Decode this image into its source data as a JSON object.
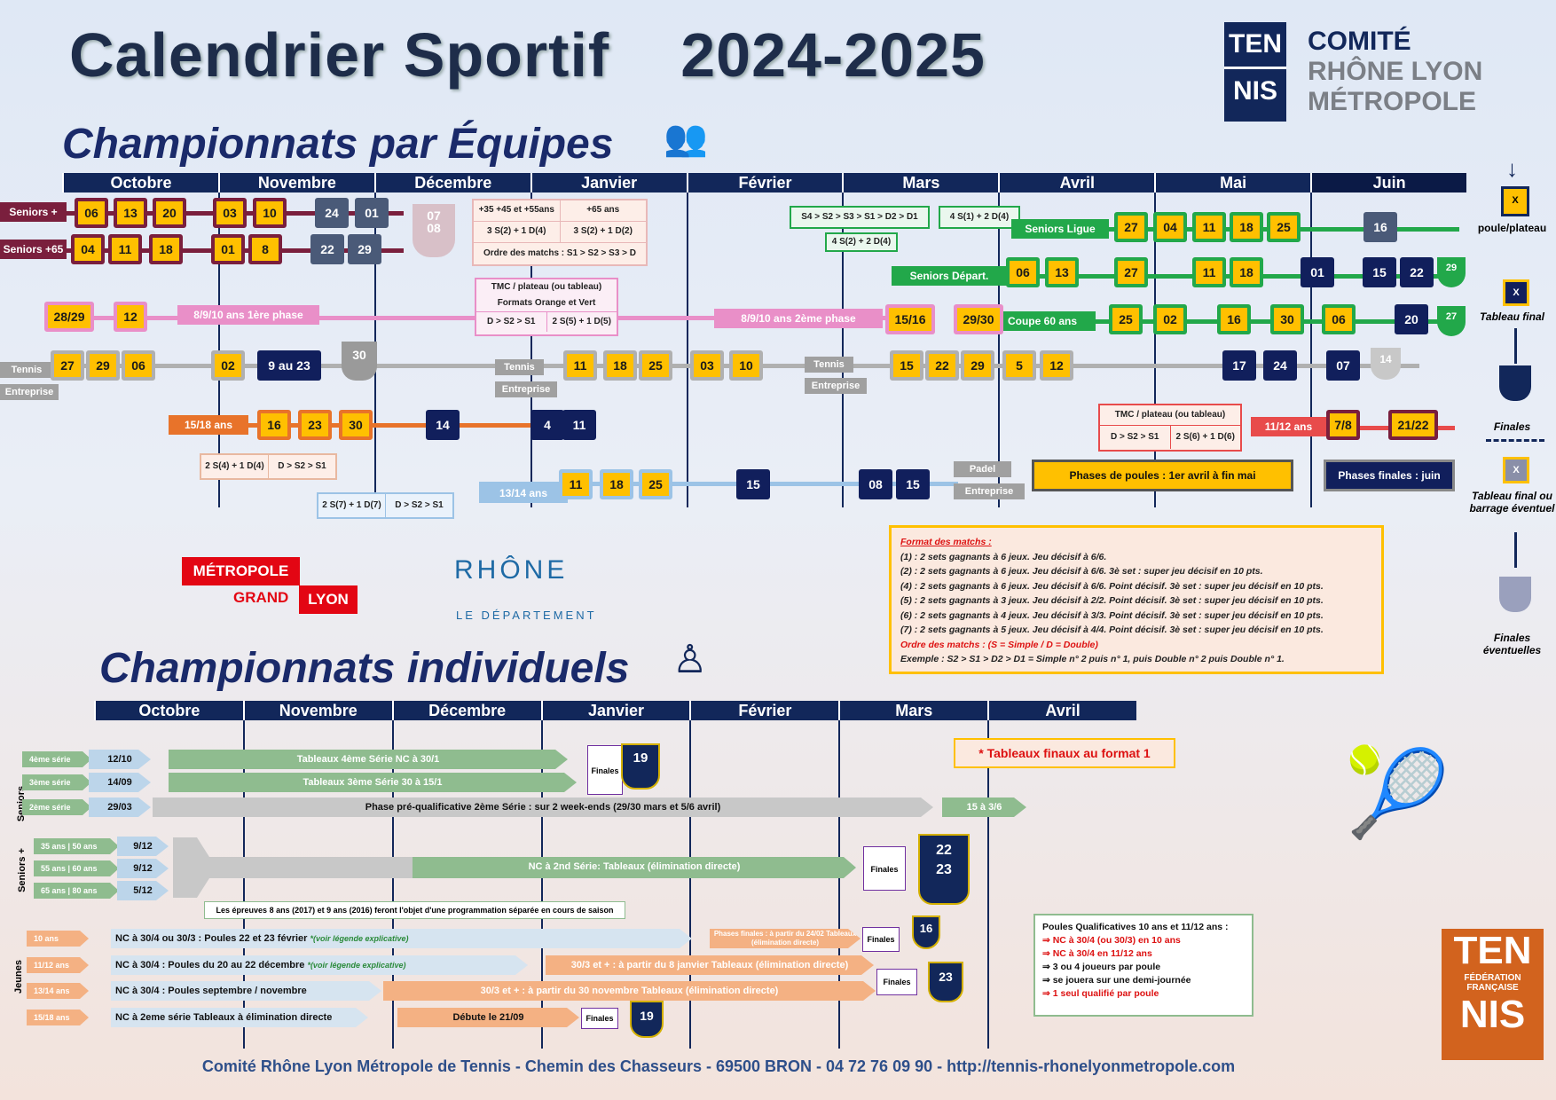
{
  "header": {
    "title": "Calendrier Sportif",
    "season": "2024-2025"
  },
  "logo_top": {
    "ten": "TEN",
    "nis": "NIS",
    "line1": "COMITÉ",
    "line2": "RHÔNE LYON",
    "line3": "MÉTROPOLE"
  },
  "team": {
    "title": "Championnats par Équipes",
    "months": [
      "Octobre",
      "Novembre",
      "Décembre",
      "Janvier",
      "Février",
      "Mars",
      "Avril",
      "Mai",
      "Juin"
    ],
    "seniors_plus": {
      "label": "Seniors +",
      "row1": [
        "06",
        "13",
        "20",
        "03",
        "10",
        "24",
        "01"
      ],
      "label2": "Seniors +65",
      "row2": [
        "04",
        "11",
        "18",
        "01",
        "8",
        "22",
        "29"
      ],
      "trophy": "07\n08",
      "note": {
        "a": "+35 +45 et +55ans",
        "b": "+65 ans",
        "c": "3 S(2) + 1 D(4)",
        "d": "3 S(2) + 1 D(2)",
        "e": "Ordre des matchs : S1 > S2 > S3 > D"
      }
    },
    "seniors_ligue": {
      "label": "Seniors Ligue",
      "dates": [
        "27",
        "04",
        "11",
        "18",
        "25",
        "16"
      ],
      "note1": "S4 > S2 > S3 > S1 > D2 > D1",
      "note2": "4 S(1) + 2 D(4)",
      "note3": "4 S(2) + 2 D(4)"
    },
    "seniors_depart": {
      "label": "Seniors Départ.",
      "dates": [
        "06",
        "13",
        "27",
        "11",
        "18",
        "01",
        "15",
        "22"
      ],
      "trophy": "29"
    },
    "coupe60": {
      "label": "Coupe 60 ans",
      "dates": [
        "25",
        "02",
        "16",
        "30",
        "06",
        "20"
      ],
      "trophy": "27"
    },
    "kids8": {
      "dates_a": [
        "28/29",
        "12"
      ],
      "label1": "8/9/10 ans  1ère phase",
      "label2": "8/9/10 ans  2ème phase",
      "dates_b": [
        "15/16",
        "29/30"
      ],
      "note": {
        "a": "TMC / plateau (ou tableau)",
        "b": "Formats Orange et Vert",
        "c": "D > S2 > S1",
        "d": "2 S(5) + 1 D(5)"
      }
    },
    "tennis_ent": {
      "label1": "Tennis",
      "label2": "Entreprise",
      "dates": [
        "27",
        "29",
        "06",
        "02",
        "9 au 23",
        "11",
        "18",
        "25",
        "03",
        "10",
        "15",
        "22",
        "29",
        "5",
        "12",
        "17",
        "24",
        "07"
      ],
      "trophy1": "30",
      "trophy2": "14"
    },
    "u15": {
      "label": "15/18 ans",
      "dates": [
        "16",
        "23",
        "30",
        "14",
        "4",
        "11"
      ],
      "note_a": "2 S(4) + 1 D(4)",
      "note_b": "D > S2 > S1"
    },
    "u13": {
      "label": "13/14 ans",
      "dates": [
        "11",
        "18",
        "25",
        "15",
        "08",
        "15"
      ],
      "note_a": "2 S(7) + 1 D(7)",
      "note_b": "D > S2 > S1"
    },
    "u11": {
      "label": "11/12 ans",
      "dates": [
        "7/8",
        "21/22"
      ],
      "note_a": "TMC / plateau (ou tableau)",
      "note_b": "D > S2 > S1",
      "note_c": "2 S(6) + 1 D(6)"
    },
    "padel": {
      "label1": "Padel",
      "label2": "Entreprise",
      "phase1": "Phases de poules : 1er avril à fin mai",
      "phase2": "Phases finales : juin"
    }
  },
  "legend": {
    "a": "poule/plateau",
    "b": "Tableau final",
    "c": "Finales",
    "d": "Tableau final ou barrage éventuel",
    "e": "Finales éventuelles",
    "x": "X"
  },
  "format": {
    "title": "Format des matchs :",
    "lines": [
      "(1) : 2 sets gagnants à 6 jeux. Jeu décisif à 6/6.",
      "(2) : 2 sets gagnants à 6 jeux. Jeu décisif à 6/6. 3è set : super jeu décisif en 10 pts.",
      "(4) : 2 sets gagnants à 6 jeux. Jeu décisif à 6/6. Point décisif. 3è set : super jeu décisif en 10 pts.",
      "(5) : 2 sets gagnants à 3 jeux. Jeu décisif à 2/2. Point décisif. 3è set : super jeu décisif en 10 pts.",
      "(6) : 2 sets gagnants à 4 jeux. Jeu décisif à 3/3. Point décisif. 3è set : super jeu décisif en 10 pts.",
      "(7) : 2 sets gagnants à 5 jeux. Jeu décisif à 4/4. Point décisif. 3è set : super jeu décisif en 10 pts."
    ],
    "order": "Ordre des matchs : (S = Simple  /  D = Double)",
    "example": "Exemple : S2 > S1 > D2 > D1 = Simple n° 2 puis n° 1, puis Double n° 2 puis Double n° 1."
  },
  "sponsors": {
    "metropole": "MÉTROPOLE",
    "grand": "GRAND",
    "lyon": "LYON",
    "rhone": "RHÔNE",
    "dept": "LE DÉPARTEMENT"
  },
  "indiv": {
    "title": "Championnats individuels",
    "months": [
      "Octobre",
      "Novembre",
      "Décembre",
      "Janvier",
      "Février",
      "Mars",
      "Avril"
    ],
    "finals_note": "*  Tableaux finaux au format 1",
    "seniors": "Seniors",
    "s4": {
      "tag": "4ème série",
      "date": "12/10",
      "bar": "Tableaux 4ème Série   NC à 30/1"
    },
    "s3": {
      "tag": "3ème série",
      "date": "14/09",
      "bar": "Tableaux 3ème Série   30 à 15/1"
    },
    "s2": {
      "tag": "2ème série",
      "date": "29/03",
      "bar": "Phase pré-qualificative 2ème Série : sur 2 week-ends (29/30 mars et 5/6 avril)",
      "end": "15 à 3/6"
    },
    "finales": "Finales",
    "trophy19": "19",
    "seniors_plus": "Seniors +",
    "sp1": {
      "tag": "35 ans | 50 ans",
      "date": "9/12"
    },
    "sp2": {
      "tag": "55 ans | 60 ans",
      "date": "9/12"
    },
    "sp3": {
      "tag": "65 ans | 80 ans",
      "date": "5/12"
    },
    "sp_bar": "NC à 2nd Série: Tableaux  (élimination directe)",
    "trophy_sp1": "22",
    "trophy_sp2": "23",
    "kids_note": "Les épreuves 8 ans (2017) et 9 ans (2016) feront l'objet d'une programmation séparée en cours de saison",
    "jeunes": "Jeunes",
    "j10": {
      "tag": "10 ans",
      "bar": "NC à 30/4 ou 30/3 : Poules 22 et 23 février",
      "link": "*(voir légende explicative)",
      "final": "Phases finales : à partir du 24/02 Tableaux (élimination directe)",
      "trophy": "16"
    },
    "j11": {
      "tag": "11/12 ans",
      "bar": "NC à 30/4 : Poules du 20 au 22 décembre",
      "link": "*(voir légende explicative)",
      "final": "30/3 et + : à partir du 8 janvier Tableaux (élimination directe)"
    },
    "j13": {
      "tag": "13/14 ans",
      "bar": "NC à 30/4 : Poules septembre / novembre",
      "final": "30/3 et + : à partir du 30 novembre Tableaux (élimination directe)",
      "trophy": "23"
    },
    "j15": {
      "tag": "15/18 ans",
      "bar": "NC à 2eme série  Tableaux à élimination directe",
      "final": "Débute le 21/09",
      "trophy": "19"
    },
    "quali": {
      "title": "Poules Qualificatives 10 ans et 11/12 ans :",
      "l1": "NC à 30/4 (ou 30/3) en 10 ans",
      "l2": "NC à 30/4 en 11/12 ans",
      "l3": "3 ou 4 joueurs par poule",
      "l4": "se jouera sur une demi-journée",
      "l5": "1 seul qualifié par poule"
    }
  },
  "fft": {
    "ten": "TEN",
    "sub1": "FÉDÉRATION",
    "sub2": "FRANÇAISE",
    "nis": "NIS"
  },
  "footer": "Comité Rhône Lyon Métropole de Tennis - Chemin des Chasseurs - 69500 BRON - 04 72 76 09 90 - http://tennis-rhonelyonmetropole.com"
}
